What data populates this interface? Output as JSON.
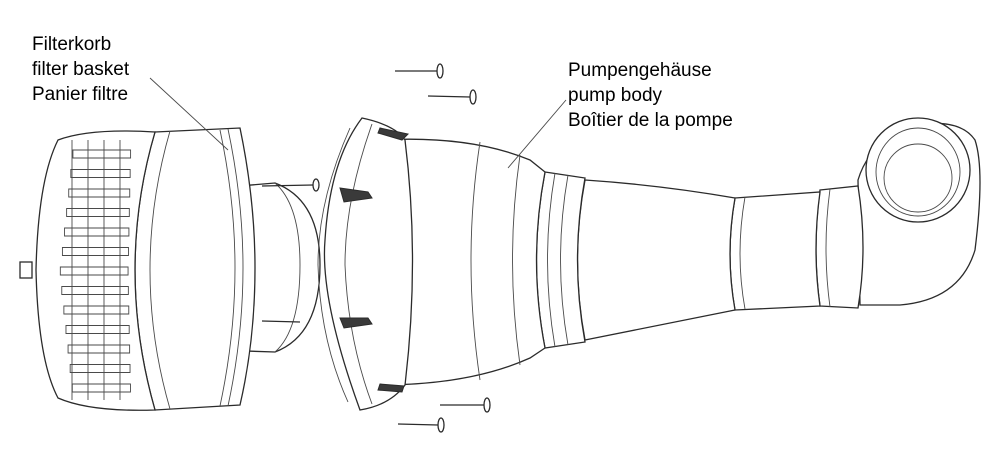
{
  "labels": {
    "filter_basket": {
      "de": "Filterkorb",
      "en": "filter basket",
      "fr": "Panier filtre"
    },
    "pump_body": {
      "de": "Pumpengehäuse",
      "en": "pump body",
      "fr": "Boîtier de la pompe"
    }
  }
}
